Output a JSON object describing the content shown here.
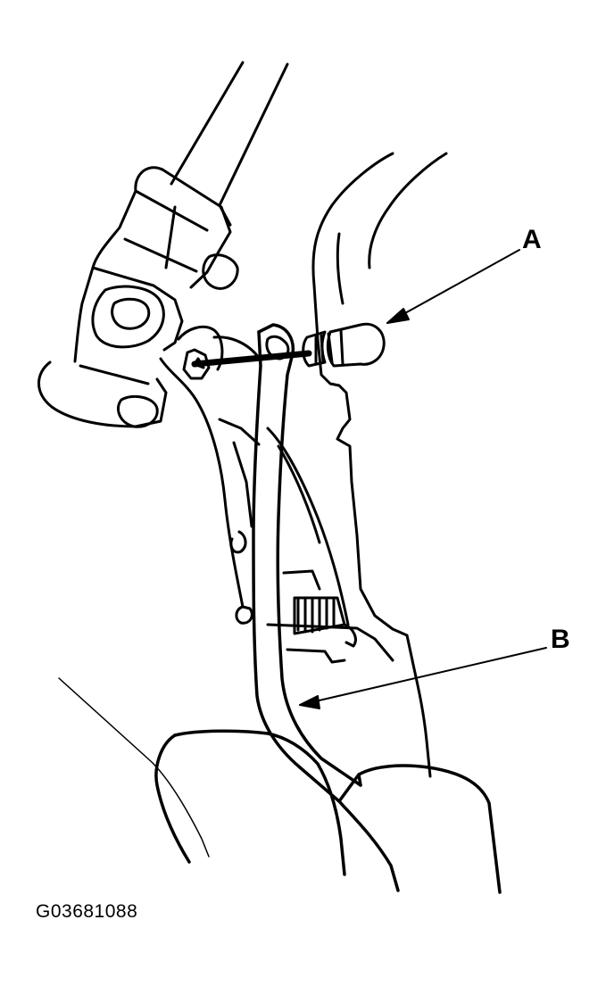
{
  "labels": {
    "a": "A",
    "b": "B"
  },
  "figure_code": "G03681088",
  "colors": {
    "line": "#000000",
    "background": "#ffffff"
  }
}
